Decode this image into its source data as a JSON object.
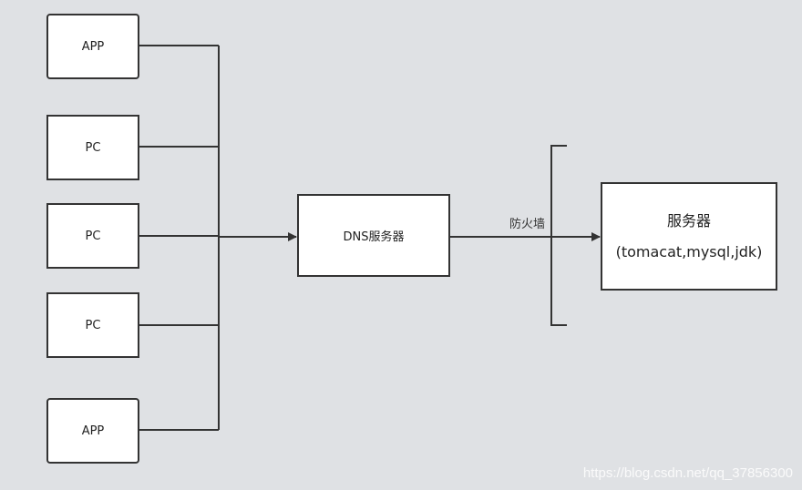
{
  "diagram": {
    "clients": [
      {
        "label": "APP"
      },
      {
        "label": "PC"
      },
      {
        "label": "PC"
      },
      {
        "label": "PC"
      },
      {
        "label": "APP"
      }
    ],
    "dns": {
      "label": "DNS服务器"
    },
    "firewall": {
      "label": "防火墙"
    },
    "server": {
      "title": "服务器",
      "subtitle": "(tomacat,mysql,jdk)"
    }
  },
  "watermark": "https://blog.csdn.net/qq_37856300",
  "colors": {
    "background": "#dfe1e4",
    "line": "#333333",
    "node_fill": "#ffffff"
  }
}
